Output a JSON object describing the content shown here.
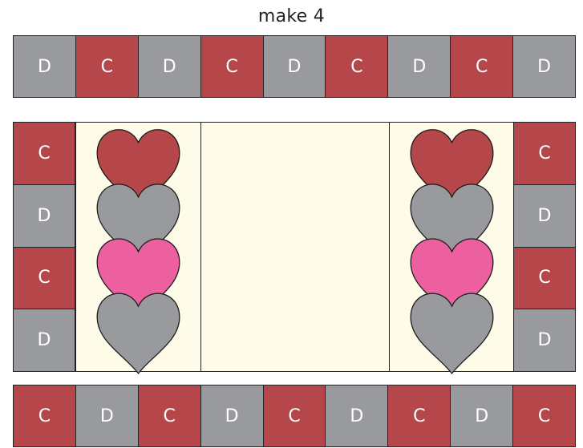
{
  "title": "make 4",
  "colors": {
    "C": "#b5474b",
    "D": "#999a9e",
    "background": "#fefbe9",
    "heart_colors": [
      "#b5474b",
      "#999a9e",
      "#ec609f",
      "#999a9e"
    ]
  },
  "top_strip": [
    "D",
    "C",
    "D",
    "C",
    "D",
    "C",
    "D",
    "C",
    "D"
  ],
  "left_column": [
    "C",
    "D",
    "C",
    "D"
  ],
  "right_column": [
    "C",
    "D",
    "C",
    "D"
  ],
  "bottom_strip": [
    "C",
    "D",
    "C",
    "D",
    "C",
    "D",
    "C",
    "D",
    "C"
  ],
  "heart_columns": {
    "left": [
      "red-heart",
      "gray-heart",
      "pink-heart",
      "gray-heart"
    ],
    "right": [
      "red-heart",
      "gray-heart",
      "pink-heart",
      "gray-heart"
    ]
  }
}
